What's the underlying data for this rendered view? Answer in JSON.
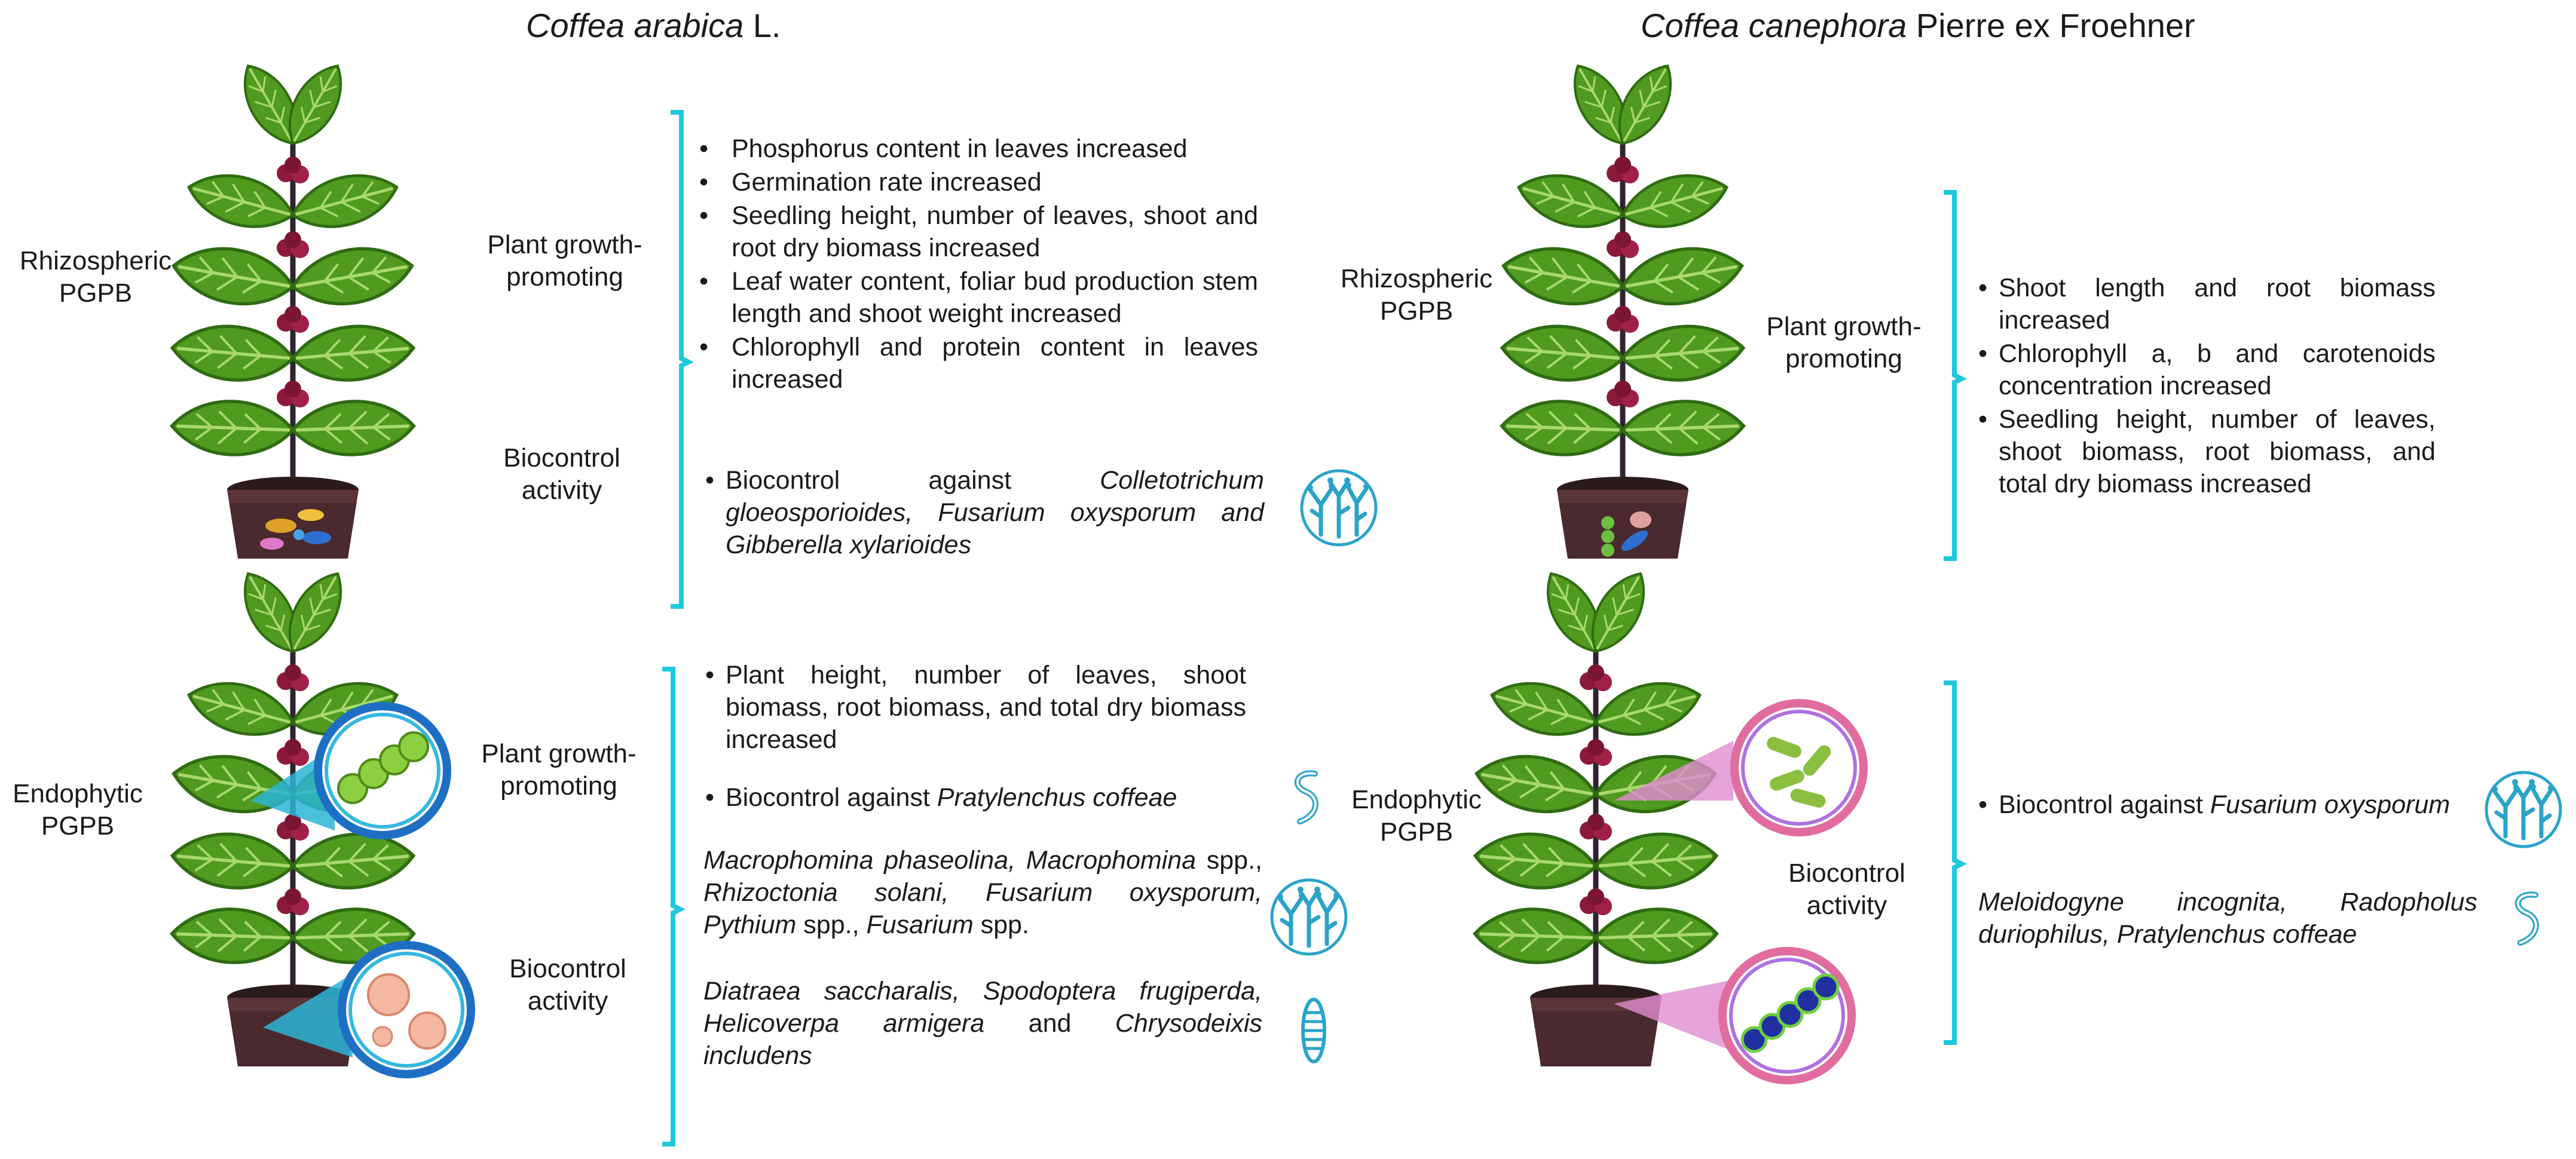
{
  "titles": {
    "left_italic": "Coffea arabica",
    "left_plain": " L.",
    "right_italic": "Coffea canephora",
    "right_plain": " Pierre ex Froehner"
  },
  "labels": {
    "rhizo_left": "Rhizospheric PGPB",
    "endo_left": "Endophytic PGPB",
    "rhizo_right": "Rhizospheric PGPB",
    "endo_right": "Endophytic PGPB",
    "pgp_1": "Plant growth-promoting",
    "bio_1": "Biocontrol activity",
    "pgp_2": "Plant growth-promoting",
    "bio_2": "Biocontrol activity",
    "pgp_3": "Plant growth-promoting",
    "bio_4": "Biocontrol activity"
  },
  "arabica_rhizo": {
    "growth": [
      "Phosphorus content in leaves increased",
      "Germination rate increased",
      "Seedling height, number of leaves, shoot and root dry biomass increased",
      "Leaf water content, foliar bud production stem length and shoot weight  increased",
      "Chlorophyll and protein content in leaves increased"
    ],
    "biocontrol_prefix": "Biocontrol against ",
    "biocontrol_italic": "Colletotrichum gloeosporioides, Fusarium oxysporum and Gibberella xylarioides"
  },
  "arabica_endo": {
    "growth": "Plant height, number of leaves, shoot biomass, root biomass, and total dry biomass increased",
    "biocontrol_prefix": "Biocontrol against ",
    "biocontrol_italic": "Pratylenchus coffeae",
    "fungi": {
      "p1": "Macrophomina phaseolina, Macrophomina",
      "p2": " spp., ",
      "p3": "Rhizoctonia solani, Fusarium oxysporum, Pythium",
      "p4": " spp., ",
      "p5": "Fusarium",
      "p6": " spp."
    },
    "insects": {
      "p1": "Diatraea saccharalis, Spodoptera frugiperda, Helicoverpa armigera",
      "p2": " and ",
      "p3": "Chrysodeixis includens"
    }
  },
  "canephora_rhizo": {
    "growth": [
      "Shoot length and root biomass increased",
      "Chlorophyll a, b  and carotenoids concentration increased",
      "Seedling height, number of leaves, shoot biomass, root biomass, and total dry biomass increased"
    ]
  },
  "canephora_endo": {
    "biocontrol_prefix": "Biocontrol against ",
    "biocontrol_italic": "Fusarium oxysporum",
    "nematodes": "Meloidogyne incognita, Radopholus duriophilus, Pratylenchus coffeae"
  },
  "icons": [
    "fungus-icon",
    "nematode-icon",
    "insect-larva-icon",
    "coffee-plant-icon",
    "magnifier-bacteria-icon"
  ],
  "colors": {
    "bracket": "#1fc8dc",
    "leaf": "#4f9a1f",
    "leaf_dark": "#2f6b12",
    "berry": "#8b1a3a",
    "pot": "#4a2a2e",
    "icon": "#2aa3c9"
  }
}
